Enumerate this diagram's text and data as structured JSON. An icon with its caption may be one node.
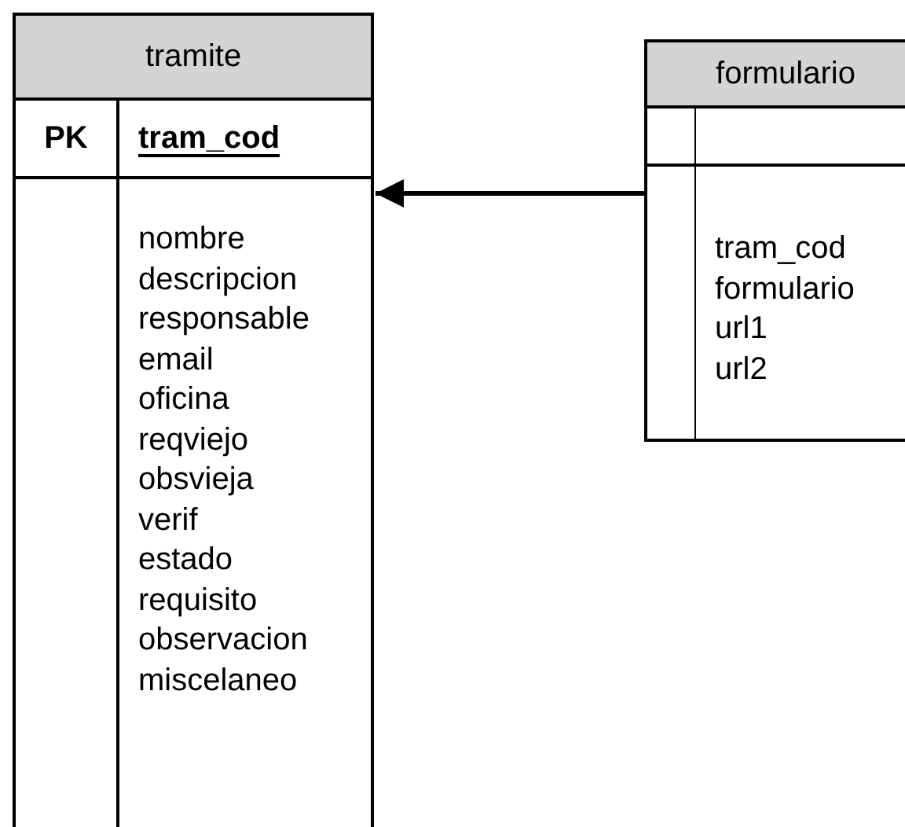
{
  "diagram": {
    "nodes": [
      {
        "text": [
          "tramite"
        ]
      },
      {
        "text": [
          "PK",
          "tram_cod"
        ],
        "in": 0
      },
      {
        "text": [
          "nombre",
          "descripcion",
          "responsable",
          "email",
          "oficina",
          "reqviejo",
          "obsvieja",
          "verif",
          "estado",
          "requisito",
          "observacion",
          "miscelaneo"
        ],
        "in": 0
      },
      {
        "text": [
          "formulario"
        ]
      },
      {
        "text": [],
        "shape": "box",
        "in": 3
      },
      {
        "text": [
          "tram_cod",
          "formulario",
          "url1",
          "url2"
        ],
        "in": 3
      }
    ],
    "edges": [
      {
        "from": 3,
        "to": 0,
        "arrow": "to"
      }
    ]
  }
}
